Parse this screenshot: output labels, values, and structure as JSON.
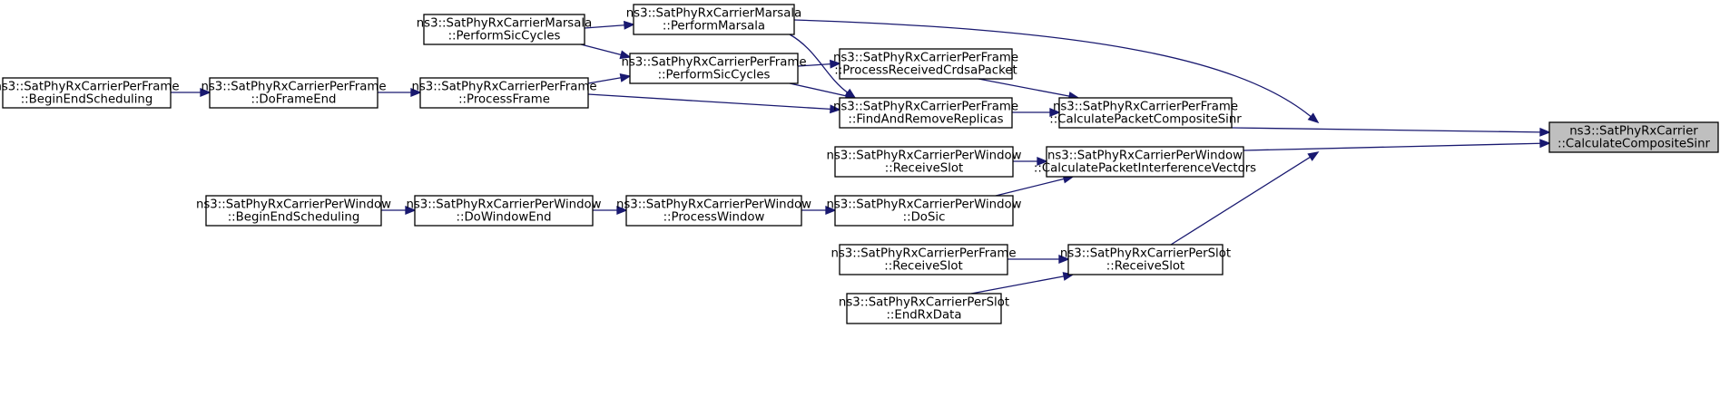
{
  "colors": {
    "edge": "#191970",
    "highlight_fill": "#bfbfbf",
    "node_fill": "#ffffff",
    "border": "#000000"
  },
  "nodes": [
    {
      "id": "target",
      "line1": "ns3::SatPhyRxCarrier",
      "line2": "::CalculateCompositeSinr",
      "highlight": true
    },
    {
      "id": "pf_calc_comp",
      "line1": "ns3::SatPhyRxCarrierPerFrame",
      "line2": "::CalculatePacketCompositeSinr"
    },
    {
      "id": "pw_calc_int",
      "line1": "ns3::SatPhyRxCarrierPerWindow",
      "line2": "::CalculatePacketInterferenceVectors"
    },
    {
      "id": "ps_recv",
      "line1": "ns3::SatPhyRxCarrierPerSlot",
      "line2": "::ReceiveSlot"
    },
    {
      "id": "ma_perform",
      "line1": "ns3::SatPhyRxCarrierMarsala",
      "line2": "::PerformMarsala"
    },
    {
      "id": "ma_sic",
      "line1": "ns3::SatPhyRxCarrierMarsala",
      "line2": "::PerformSicCycles"
    },
    {
      "id": "pf_sic",
      "line1": "ns3::SatPhyRxCarrierPerFrame",
      "line2": "::PerformSicCycles"
    },
    {
      "id": "pf_crdsa",
      "line1": "ns3::SatPhyRxCarrierPerFrame",
      "line2": "::ProcessReceivedCrdsaPacket"
    },
    {
      "id": "pf_find",
      "line1": "ns3::SatPhyRxCarrierPerFrame",
      "line2": "::FindAndRemoveReplicas"
    },
    {
      "id": "pf_proc",
      "line1": "ns3::SatPhyRxCarrierPerFrame",
      "line2": "::ProcessFrame"
    },
    {
      "id": "pf_end",
      "line1": "ns3::SatPhyRxCarrierPerFrame",
      "line2": "::DoFrameEnd"
    },
    {
      "id": "pf_begin",
      "line1": "ns3::SatPhyRxCarrierPerFrame",
      "line2": "::BeginEndScheduling"
    },
    {
      "id": "pw_recv",
      "line1": "ns3::SatPhyRxCarrierPerWindow",
      "line2": "::ReceiveSlot"
    },
    {
      "id": "pw_sic",
      "line1": "ns3::SatPhyRxCarrierPerWindow",
      "line2": "::DoSic"
    },
    {
      "id": "pw_proc",
      "line1": "ns3::SatPhyRxCarrierPerWindow",
      "line2": "::ProcessWindow"
    },
    {
      "id": "pw_end",
      "line1": "ns3::SatPhyRxCarrierPerWindow",
      "line2": "::DoWindowEnd"
    },
    {
      "id": "pw_begin",
      "line1": "ns3::SatPhyRxCarrierPerWindow",
      "line2": "::BeginEndScheduling"
    },
    {
      "id": "pf_recv",
      "line1": "ns3::SatPhyRxCarrierPerFrame",
      "line2": "::ReceiveSlot"
    },
    {
      "id": "ps_endrx",
      "line1": "ns3::SatPhyRxCarrierPerSlot",
      "line2": "::EndRxData"
    }
  ],
  "edges": [
    {
      "from": "pf_calc_comp",
      "to": "target"
    },
    {
      "from": "pw_calc_int",
      "to": "target"
    },
    {
      "from": "ps_recv",
      "to": "target"
    },
    {
      "from": "ma_perform",
      "to": "target"
    },
    {
      "from": "pf_crdsa",
      "to": "pf_calc_comp"
    },
    {
      "from": "pf_find",
      "to": "pf_calc_comp"
    },
    {
      "from": "ma_perform",
      "to": "pf_find"
    },
    {
      "from": "pf_sic",
      "to": "pf_find"
    },
    {
      "from": "pf_proc",
      "to": "pf_find"
    },
    {
      "from": "pf_sic",
      "to": "pf_crdsa"
    },
    {
      "from": "ma_sic",
      "to": "ma_perform"
    },
    {
      "from": "pf_sic",
      "to": "ma_sic"
    },
    {
      "from": "pf_proc",
      "to": "pf_sic"
    },
    {
      "from": "pf_end",
      "to": "pf_proc"
    },
    {
      "from": "pf_begin",
      "to": "pf_end"
    },
    {
      "from": "pw_recv",
      "to": "pw_calc_int"
    },
    {
      "from": "pw_sic",
      "to": "pw_calc_int"
    },
    {
      "from": "pw_proc",
      "to": "pw_sic"
    },
    {
      "from": "pw_end",
      "to": "pw_proc"
    },
    {
      "from": "pw_begin",
      "to": "pw_end"
    },
    {
      "from": "pf_recv",
      "to": "ps_recv"
    },
    {
      "from": "ps_endrx",
      "to": "ps_recv"
    }
  ]
}
